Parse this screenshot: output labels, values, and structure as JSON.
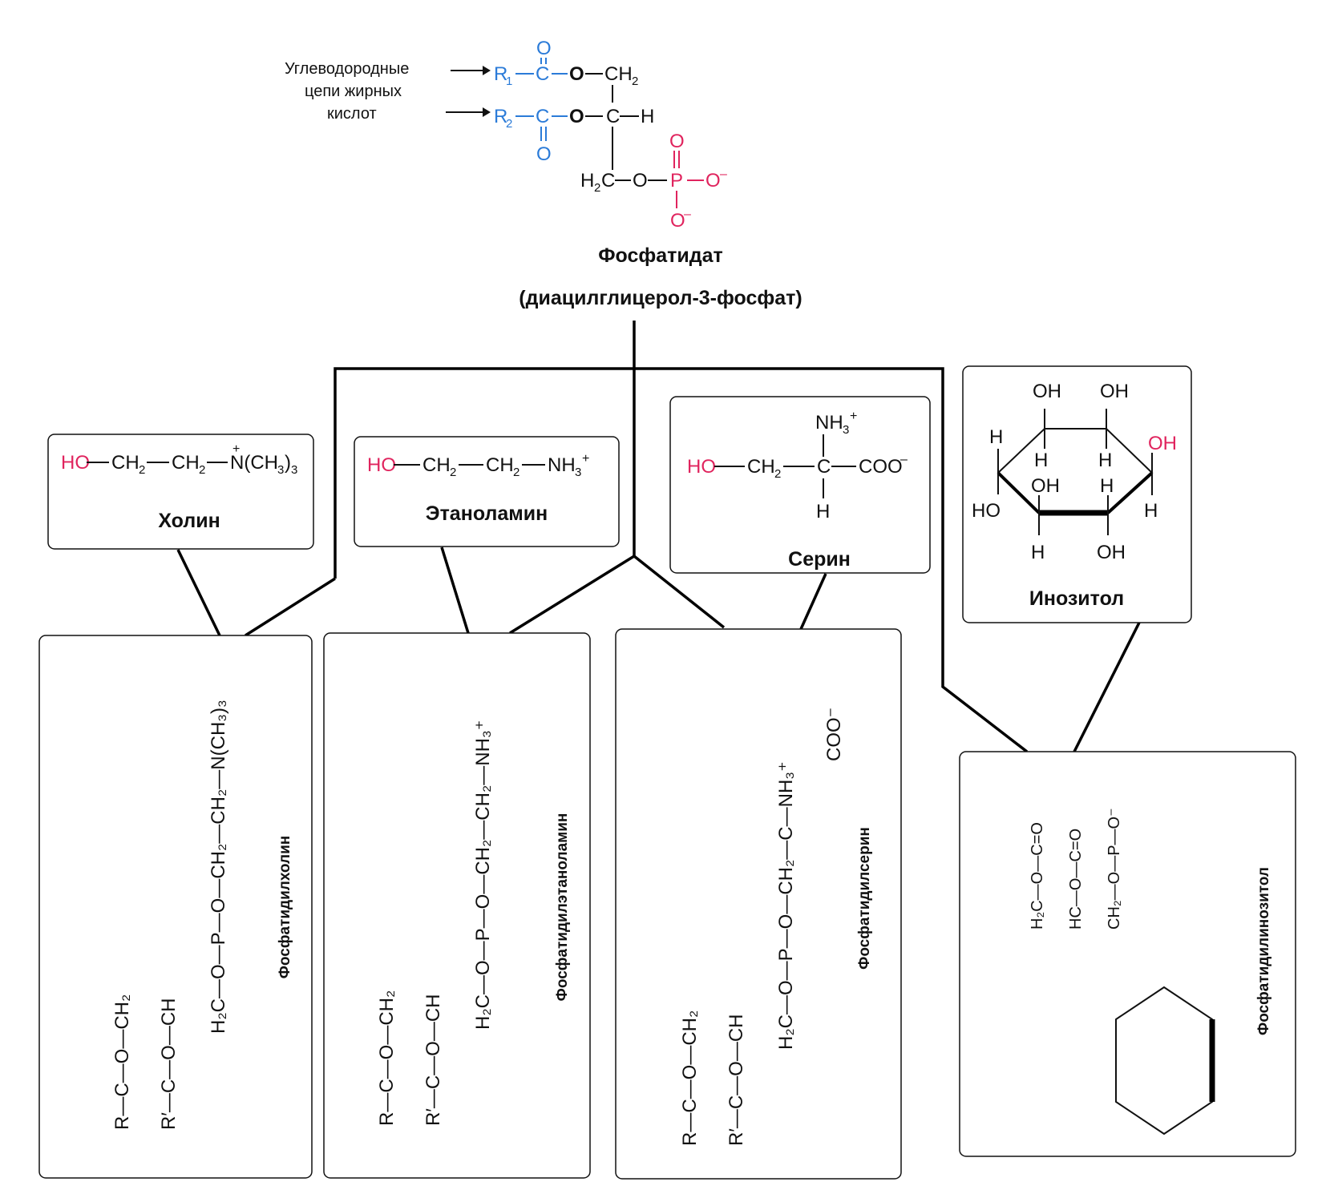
{
  "phosphatidate": {
    "annotation_line1": "Углеводородные",
    "annotation_line2": "цепи жирных",
    "annotation_line3": "кислот",
    "title": "Фосфатидат",
    "subtitle": "(диацилглицерол-3-фосфат)"
  },
  "head_groups": [
    {
      "formula": "HO—CH₂—CH₂—N̈(CH₃)₃",
      "name": "Холин"
    },
    {
      "formula": "HO—CH₂—CH₂—NH₃⁺",
      "name": "Этаноламин"
    },
    {
      "formula": "HO—CH₂—C—COO⁻",
      "name": "Серин"
    },
    {
      "formula": "inositol ring",
      "name": "Инозитол"
    }
  ],
  "products": [
    {
      "name": "Фосфатидилхолин"
    },
    {
      "name": "Фосфатидилэтаноламин"
    },
    {
      "name": "Фосфатидилсерин"
    },
    {
      "name": "Фосфатидилинозитол"
    }
  ],
  "colors": {
    "acyl": "#2b7bd8",
    "phosphate": "#e0245e",
    "hydroxyl": "#e0245e"
  }
}
